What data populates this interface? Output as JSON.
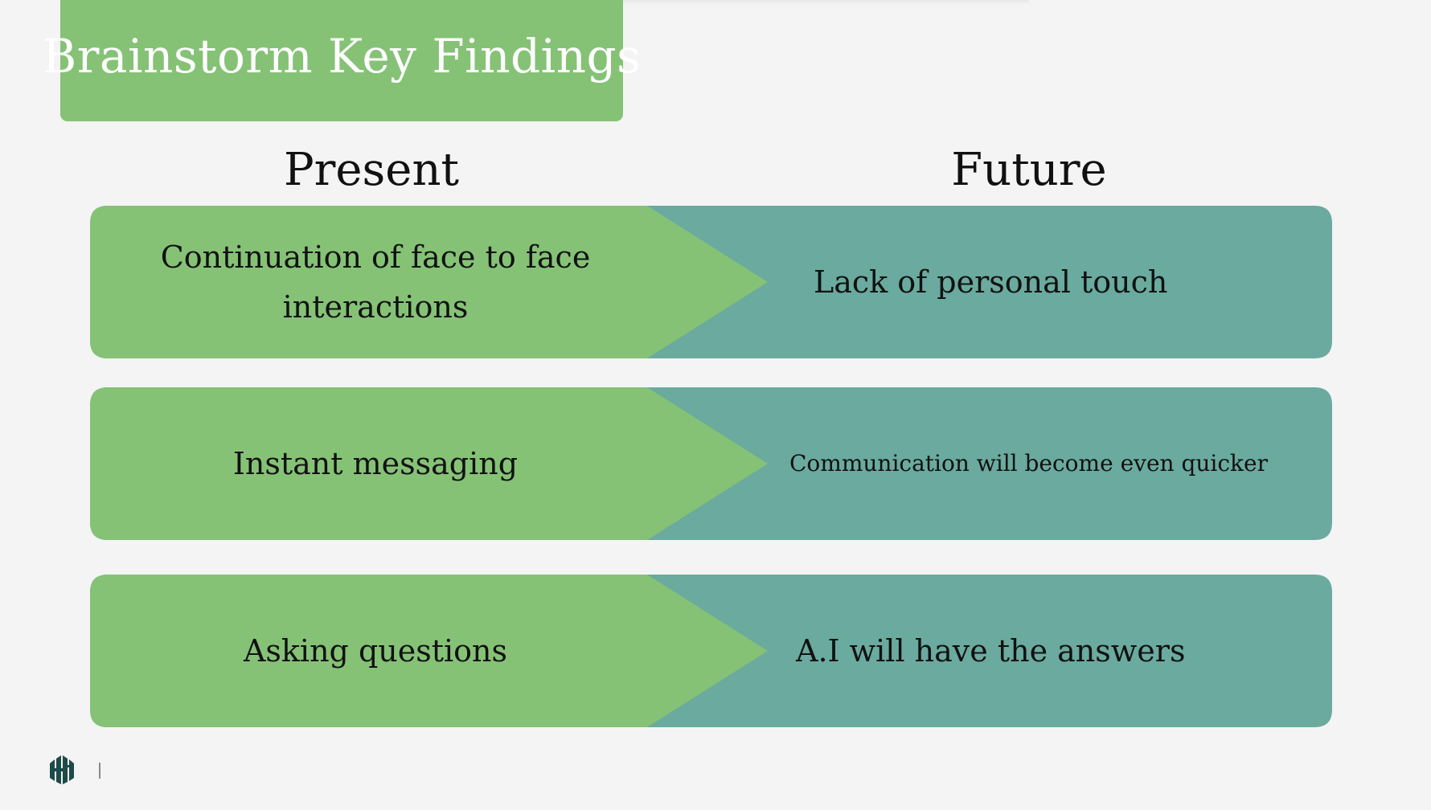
{
  "slide": {
    "title": "Brainstorm Key Findings",
    "columns": {
      "present_header": "Present",
      "future_header": "Future"
    },
    "rows": [
      {
        "present": "Continuation of face to face interactions",
        "future": "Lack of personal touch"
      },
      {
        "present": "Instant messaging",
        "future": "Communication will become even quicker"
      },
      {
        "present": "Asking questions",
        "future": "A.I will have the answers"
      }
    ]
  },
  "colors": {
    "background": "#f4f4f4",
    "present_green": "#85c276",
    "future_teal": "#6aaa9f",
    "logo_dark": "#1e4a4a"
  },
  "icons": {
    "footer_logo": "company-logo-icon"
  }
}
